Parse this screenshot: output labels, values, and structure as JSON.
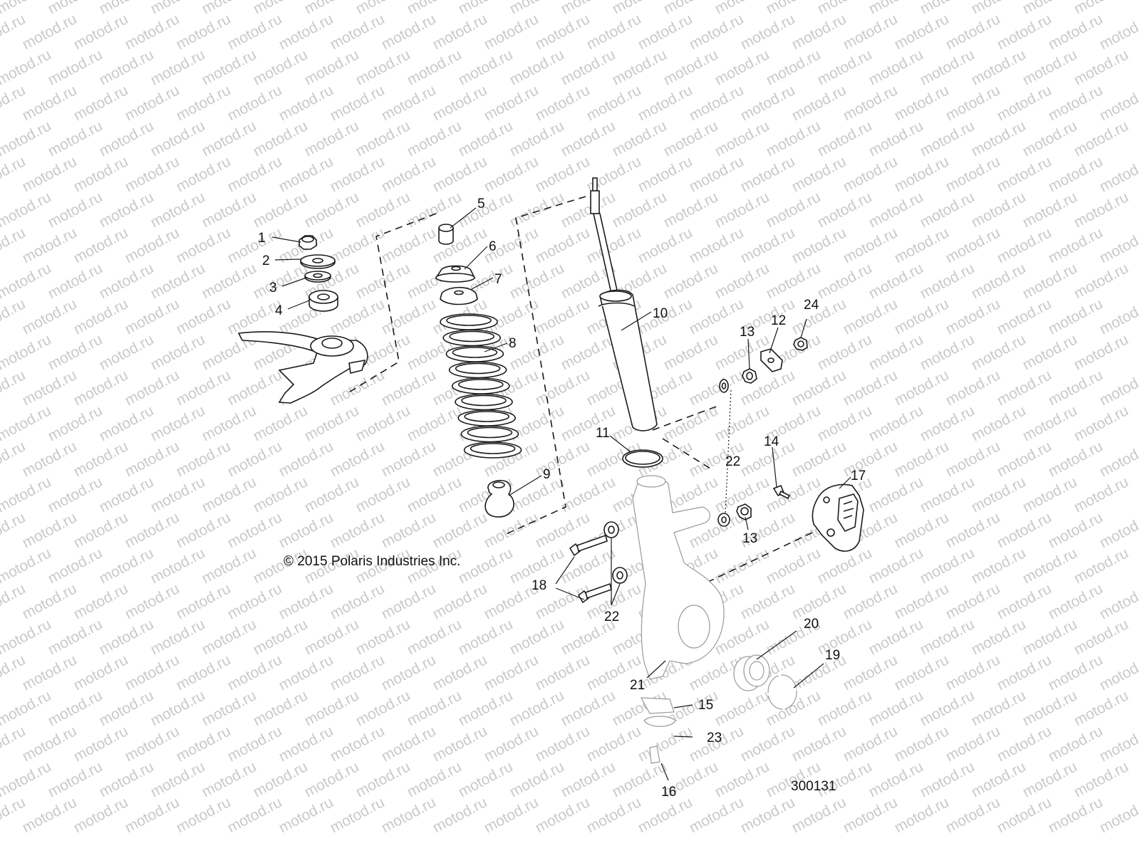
{
  "watermark": {
    "text": "motod.ru",
    "color": "#c9c9c9"
  },
  "copyright": "© 2015 Polaris Industries Inc.",
  "diagram_id": "300131",
  "callouts": [
    {
      "id": "1",
      "label": "1"
    },
    {
      "id": "2",
      "label": "2"
    },
    {
      "id": "3",
      "label": "3"
    },
    {
      "id": "4",
      "label": "4"
    },
    {
      "id": "5",
      "label": "5"
    },
    {
      "id": "6",
      "label": "6"
    },
    {
      "id": "7",
      "label": "7"
    },
    {
      "id": "8",
      "label": "8"
    },
    {
      "id": "9",
      "label": "9"
    },
    {
      "id": "10",
      "label": "10"
    },
    {
      "id": "11",
      "label": "11"
    },
    {
      "id": "12",
      "label": "12"
    },
    {
      "id": "13a",
      "label": "13"
    },
    {
      "id": "13b",
      "label": "13"
    },
    {
      "id": "14",
      "label": "14"
    },
    {
      "id": "15",
      "label": "15"
    },
    {
      "id": "16",
      "label": "16"
    },
    {
      "id": "17",
      "label": "17"
    },
    {
      "id": "18",
      "label": "18"
    },
    {
      "id": "19",
      "label": "19"
    },
    {
      "id": "20",
      "label": "20"
    },
    {
      "id": "21",
      "label": "21"
    },
    {
      "id": "22a",
      "label": "22"
    },
    {
      "id": "22b",
      "label": "22"
    },
    {
      "id": "23",
      "label": "23"
    },
    {
      "id": "24",
      "label": "24"
    }
  ]
}
